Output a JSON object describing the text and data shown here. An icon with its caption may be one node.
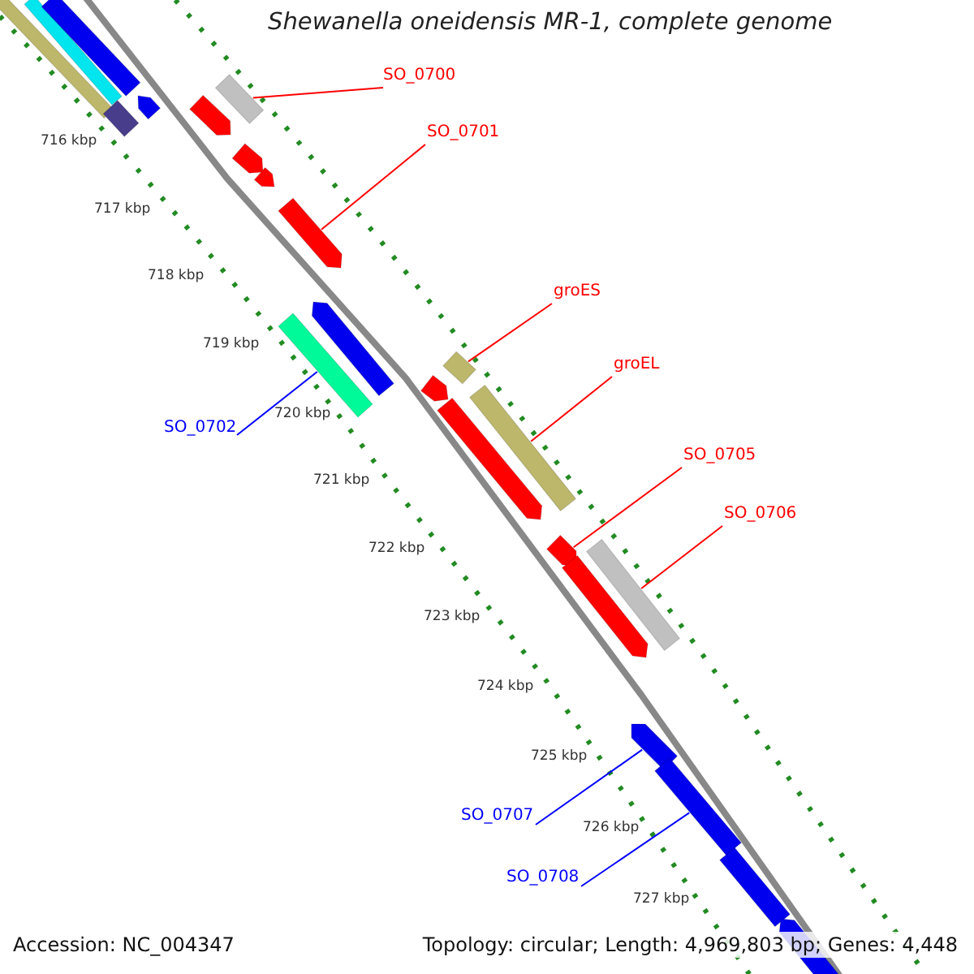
{
  "diagram": {
    "title": "Shewanella oneidensis MR-1, complete genome",
    "nodes": [
      {
        "text": [],
        "shape": "bar"
      },
      {
        "text": [],
        "shape": "bar"
      },
      {
        "text": [],
        "shape": "bar"
      },
      {
        "text": [
          "SO_0700"
        ]
      },
      {
        "text": [],
        "shape": "bar"
      },
      {
        "text": [],
        "shape": "bar"
      },
      {
        "text": [],
        "shape": "bar"
      },
      {
        "text": [],
        "shape": "bar"
      },
      {
        "text": [
          "SO_0701"
        ]
      },
      {
        "text": [],
        "shape": "bar"
      },
      {
        "text": [],
        "shape": "bar"
      },
      {
        "text": [],
        "shape": "bar"
      },
      {
        "text": [
          "groES"
        ]
      },
      {
        "text": [],
        "shape": "bar"
      },
      {
        "text": [],
        "shape": "bar"
      },
      {
        "text": [],
        "shape": "bar"
      },
      {
        "text": [
          "groEL"
        ]
      },
      {
        "text": [],
        "shape": "bar"
      },
      {
        "text": [],
        "shape": "bar"
      },
      {
        "text": [],
        "shape": "bar"
      },
      {
        "text": [
          "SO_0702"
        ]
      },
      {
        "text": [
          "SO_0705"
        ]
      },
      {
        "text": [
          "SO_0706"
        ]
      },
      {
        "text": [],
        "shape": "bar"
      },
      {
        "text": [],
        "shape": "bar"
      },
      {
        "text": [],
        "shape": "bar"
      },
      {
        "text": [],
        "shape": "bar"
      },
      {
        "text": [],
        "shape": "bar"
      },
      {
        "text": [
          "SO_0707"
        ]
      },
      {
        "text": [],
        "shape": "bar"
      },
      {
        "text": [
          "SO_0708"
        ]
      },
      {
        "text": [],
        "shape": "bar"
      }
    ],
    "edges": [
      {
        "from": 3,
        "to": 4,
        "arrow": "none"
      },
      {
        "from": 8,
        "to": 11,
        "arrow": "none"
      },
      {
        "from": 12,
        "to": 15,
        "arrow": "none"
      },
      {
        "from": 16,
        "to": 18,
        "arrow": "none"
      },
      {
        "from": 20,
        "to": 14,
        "arrow": "none",
        "color": "#0000ff"
      },
      {
        "from": 21,
        "to": 23,
        "arrow": "none"
      },
      {
        "from": 22,
        "to": 24,
        "arrow": "none"
      },
      {
        "from": 28,
        "to": 26,
        "arrow": "none",
        "color": "#0000ff"
      },
      {
        "from": 30,
        "to": 27,
        "arrow": "none",
        "color": "#0000ff"
      }
    ],
    "labels": [
      "716 kbp",
      "717 kbp",
      "718 kbp",
      "719 kbp",
      "720 kbp",
      "721 kbp",
      "722 kbp",
      "723 kbp",
      "724 kbp",
      "725 kbp",
      "726 kbp",
      "727 kbp",
      "Accession: NC_004347",
      "Topology: circular; Length: 4,969,803 bp; Genes: 4,448"
    ]
  }
}
